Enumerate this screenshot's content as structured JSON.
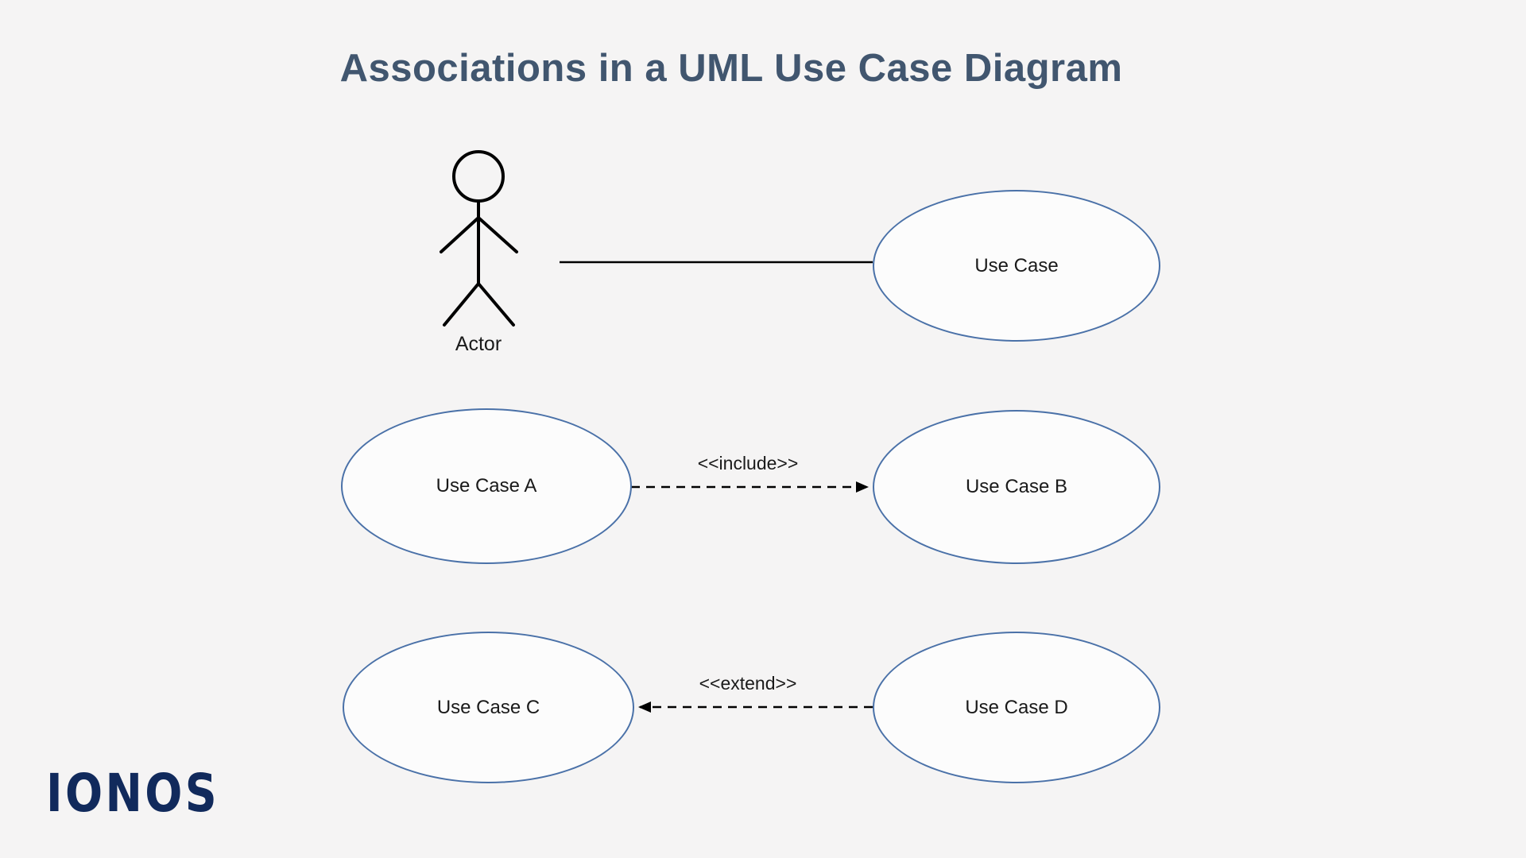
{
  "page": {
    "title": "Associations in a UML Use Case Diagram"
  },
  "theme": {
    "bg": "#f5f4f4",
    "title-color": "#41566f",
    "node-border": "#4a71a8",
    "node-fill": "#fcfcfc",
    "line-color": "#000000",
    "text-color": "#1a1a1a",
    "logo-color": "#112a5c"
  },
  "diagram": {
    "actor": {
      "label": "Actor"
    },
    "nodes": [
      {
        "id": "use-case",
        "label": "Use Case"
      },
      {
        "id": "use-case-a",
        "label": "Use Case A"
      },
      {
        "id": "use-case-b",
        "label": "Use Case B"
      },
      {
        "id": "use-case-c",
        "label": "Use Case C"
      },
      {
        "id": "use-case-d",
        "label": "Use Case D"
      }
    ],
    "edges": [
      {
        "from": "Actor",
        "to": "Use Case",
        "type": "association",
        "label": ""
      },
      {
        "from": "Use Case A",
        "to": "Use Case B",
        "type": "include",
        "label": "<<include>>"
      },
      {
        "from": "Use Case D",
        "to": "Use Case C",
        "type": "extend",
        "label": "<<extend>>"
      }
    ]
  },
  "branding": {
    "logo-text": "IONOS"
  }
}
